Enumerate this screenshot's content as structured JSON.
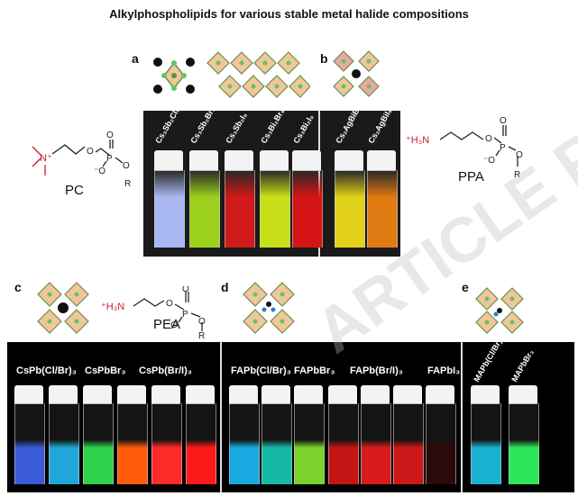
{
  "title": "Alkylphospholipids for various stable metal halide compositions",
  "panels": {
    "a": "a",
    "b": "b",
    "c": "c",
    "d": "d",
    "e": "e"
  },
  "molecules": {
    "pc": "PC",
    "ppa": "PPA",
    "pea": "PEA",
    "h3n": "⁺H₃N",
    "n_plus": "N⁺",
    "o": "O",
    "p": "P",
    "r": "R",
    "o_minus": "⁻O"
  },
  "top_vials": [
    {
      "label": "Cs₃Sb₂Cl₉",
      "color": "#a9b8f0"
    },
    {
      "label": "Cs₃Sb₂Br₉",
      "color": "#9bd11c"
    },
    {
      "label": "Cs₃Sb₂I₉",
      "color": "#d11a1a"
    },
    {
      "label": "Cs₃Bi₂Br₉",
      "color": "#c8e01a"
    },
    {
      "label": "Cs₃Bi₂I₉",
      "color": "#d51515"
    },
    {
      "label": "Cs₂AgBiBr₆",
      "color": "#e2d21a"
    },
    {
      "label": "Cs₂AgBiI₆",
      "color": "#e07a12"
    }
  ],
  "bottom_groups": [
    {
      "labels": [
        "CsPb(Cl/Br)₃",
        "CsPbBr₃",
        "CsPb(Br/I)₃"
      ],
      "vials": [
        "#3a5ad8",
        "#22a6d8",
        "#2fd24a",
        "#ff5a0a",
        "#ff2a2a",
        "#ff1a1a"
      ]
    },
    {
      "labels": [
        "FAPb(Cl/Br)₃",
        "FAPbBr₃",
        "FAPb(Br/I)₃",
        "FAPbI₃"
      ],
      "vials": [
        "#1aa8e0",
        "#16b8a8",
        "#7ad22a",
        "#c41515",
        "#d81c1c",
        "#cc1818",
        "#2a0a0a"
      ]
    },
    {
      "labels": [
        "MAPb(Cl/Br)₃",
        "MAPbBr₃"
      ],
      "vials": [
        "#1ab2d0",
        "#2ee65a"
      ]
    }
  ],
  "watermark": "ARTICLE PREVIEW"
}
